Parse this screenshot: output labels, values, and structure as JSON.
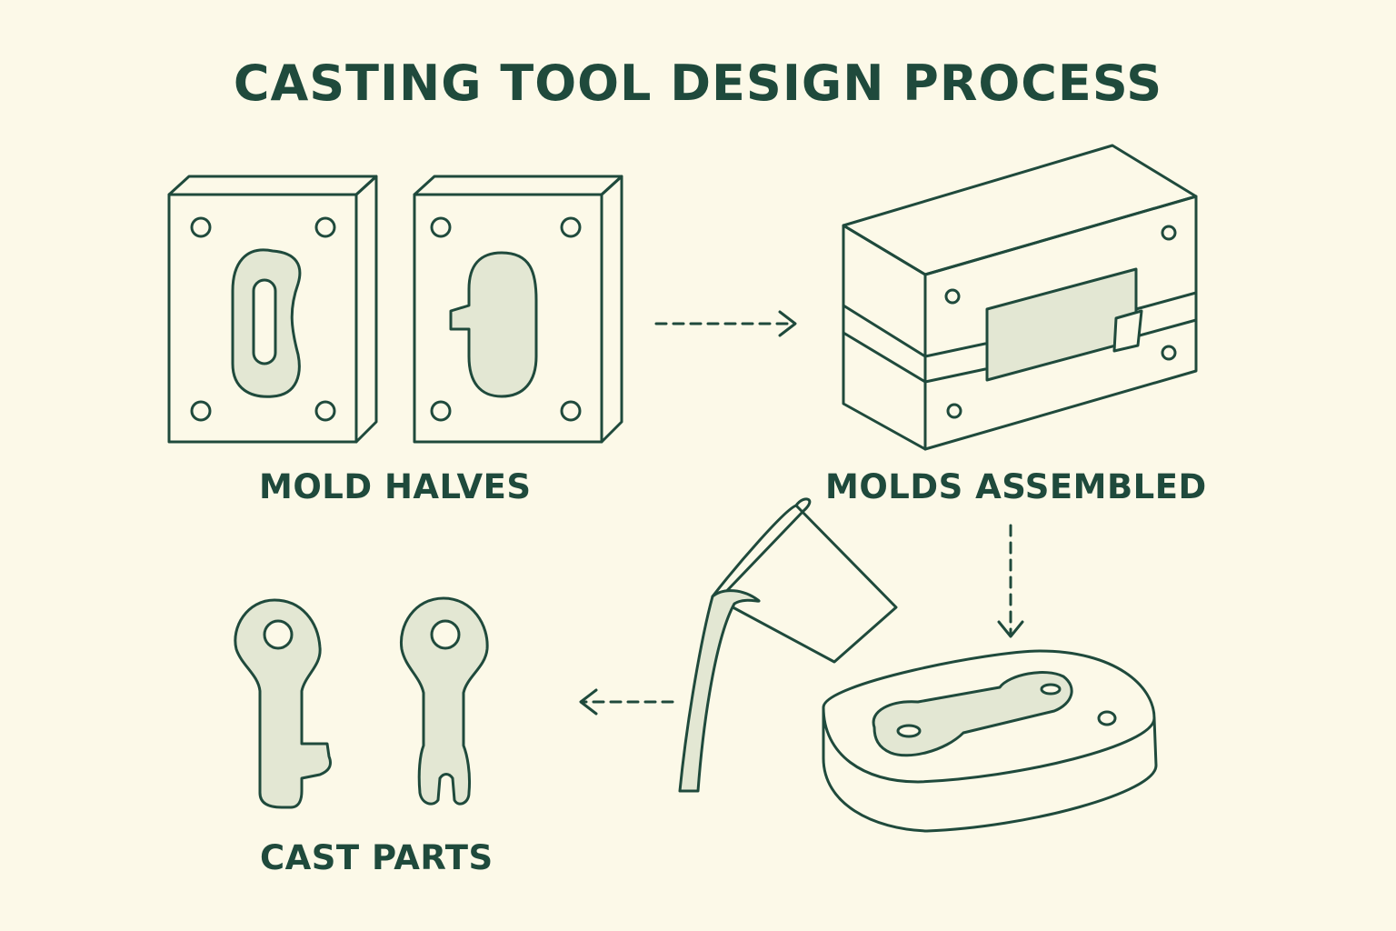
{
  "title": "CASTING TOOL DESIGN PROCESS",
  "steps": {
    "mold_halves": "MOLD HALVES",
    "molds_assembled": "MOLDS ASSEMBLED",
    "cast_parts": "CAST PARTS"
  },
  "colors": {
    "ink": "#1f4a3c",
    "fill": "#e3e7d3",
    "background": "#fcf9e8"
  }
}
